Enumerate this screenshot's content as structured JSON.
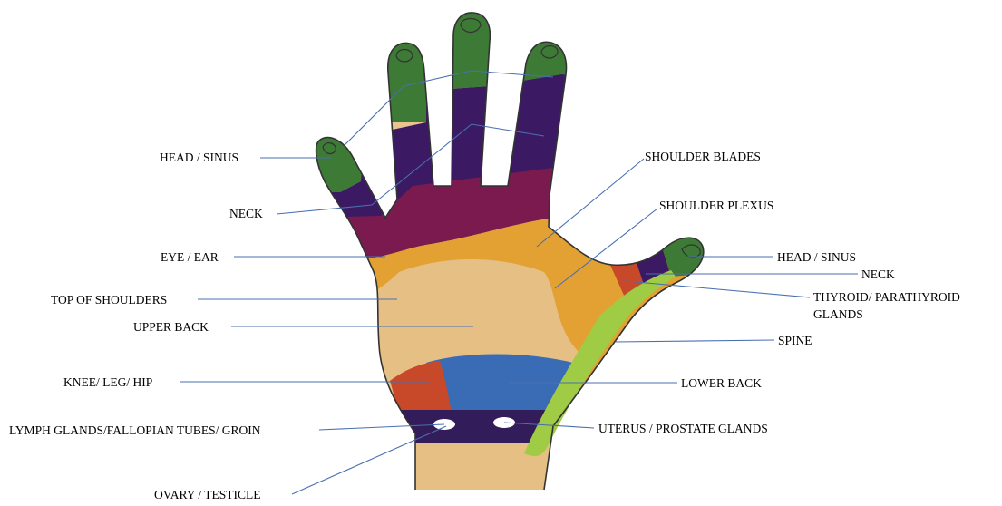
{
  "labels": {
    "head_sinus_left": "HEAD / SINUS",
    "neck_left": "NECK",
    "eye_ear": "EYE / EAR",
    "top_of_shoulders": "TOP OF SHOULDERS",
    "upper_back": "UPPER BACK",
    "knee_leg_hip": "KNEE/ LEG/ HIP",
    "lymph_glands": "LYMPH GLANDS/FALLOPIAN TUBES/ GROIN",
    "ovary_testicle": "OVARY / TESTICLE",
    "shoulder_blades": "SHOULDER BLADES",
    "shoulder_plexus": "SHOULDER PLEXUS",
    "head_sinus_right": "HEAD / SINUS",
    "neck_right": "NECK",
    "thyroid_line1": "THYROID/ PARATHYROID",
    "thyroid_line2": "GLANDS",
    "spine": "SPINE",
    "lower_back": "LOWER BACK",
    "uterus_prostate": "UTERUS / PROSTATE GLANDS"
  },
  "colors": {
    "fingertip_green": "#3d7a35",
    "neck_purple": "#3b1a63",
    "eye_ear_magenta": "#7a1a4e",
    "shoulder_orange": "#e2a132",
    "upper_back_tan": "#e6bf85",
    "palm_base_tan": "#e8c48e",
    "lower_back_blue": "#3a6cb6",
    "knee_red": "#c8492a",
    "wrist_band": "#321c5a",
    "spine_green": "#9fcb45",
    "outline": "#333333",
    "leader_line": "#4a6fb0"
  }
}
